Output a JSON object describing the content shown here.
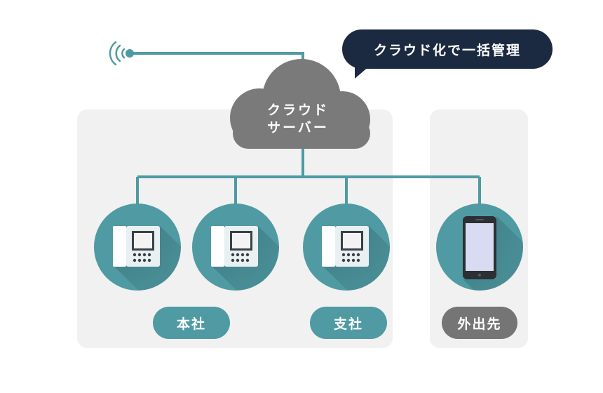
{
  "callout": {
    "text": "クラウド化で一括管理"
  },
  "cloud": {
    "line1": "クラウド",
    "line2": "サーバー"
  },
  "locations": {
    "head_office": "本社",
    "branch": "支社",
    "remote": "外出先"
  },
  "colors": {
    "teal": "#4f9aa3",
    "gray": "#757575",
    "navy": "#1b2a41",
    "panel": "#f1f1f1"
  },
  "icons": [
    "wifi-signal-icon",
    "intercom-monitor-icon",
    "smartphone-icon",
    "cloud-icon"
  ]
}
